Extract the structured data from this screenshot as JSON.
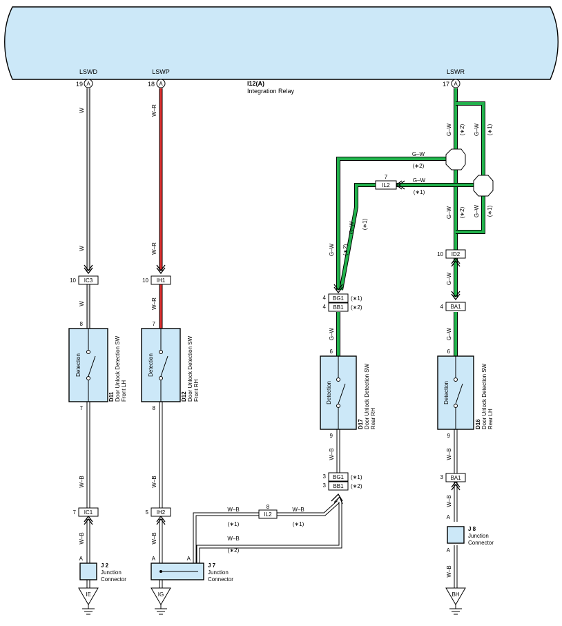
{
  "ecu": {
    "code": "I12(A)",
    "name": "Integration Relay",
    "terminals": [
      {
        "pin": "19",
        "conn": "A",
        "signal": "LSWD"
      },
      {
        "pin": "18",
        "conn": "A",
        "signal": "LSWP"
      },
      {
        "pin": "17",
        "conn": "A",
        "signal": "LSWR"
      }
    ]
  },
  "wires": {
    "w": "W",
    "wr": "W–R",
    "gw": "G–W",
    "wb": "W–B",
    "note1": "(∗1)",
    "note2": "(∗2)"
  },
  "connectors": {
    "ic3": {
      "pin": "10",
      "name": "IC3"
    },
    "ih1": {
      "pin": "10",
      "name": "IH1"
    },
    "ic1": {
      "pin": "7",
      "name": "IC1"
    },
    "ih2": {
      "pin": "5",
      "name": "IH2"
    },
    "il2_top": {
      "pin": "7",
      "name": "IL2"
    },
    "il2_bot": {
      "pin": "8",
      "name": "IL2"
    },
    "id2": {
      "pin": "10",
      "name": "ID2"
    },
    "bg1_top": {
      "pin": "4",
      "name": "BG1",
      "note": "(∗1)"
    },
    "bb1_top": {
      "pin": "4",
      "name": "BB1",
      "note": "(∗2)"
    },
    "bg1_bot": {
      "pin": "3",
      "name": "BG1",
      "note": "(∗1)"
    },
    "bb1_bot": {
      "pin": "3",
      "name": "BB1",
      "note": "(∗2)"
    },
    "ba1_top": {
      "pin": "4",
      "name": "BA1"
    },
    "ba1_bot": {
      "pin": "3",
      "name": "BA1"
    }
  },
  "devices": {
    "d11": {
      "code": "D11",
      "line1": "Door Unlock Detection SW",
      "line2": "Front LH",
      "inner": "Detection",
      "pin_top": "8",
      "pin_bot": "7"
    },
    "d12": {
      "code": "D12",
      "line1": "Door Unlock Detection SW",
      "line2": "Front RH",
      "inner": "Detection",
      "pin_top": "7",
      "pin_bot": "8"
    },
    "d17": {
      "code": "D17",
      "line1": "Door Unlock Detection SW",
      "line2": "Rear RH",
      "inner": "Detection",
      "pin_top": "6",
      "pin_bot": "9"
    },
    "d16": {
      "code": "D16",
      "line1": "Door Unlock Detection SW",
      "line2": "Rear LH",
      "inner": "Detection",
      "pin_top": "6",
      "pin_bot": "9"
    }
  },
  "junctions": {
    "j2": {
      "code": "J 2",
      "line1": "Junction",
      "line2": "Connector",
      "pin": "A"
    },
    "j7": {
      "code": "J 7",
      "line1": "Junction",
      "line2": "Connector",
      "pin_a": "A",
      "pin_b": "A"
    },
    "j8": {
      "code": "J 8",
      "line1": "Junction",
      "line2": "Connector",
      "pin_top": "A",
      "pin_bot": "A"
    }
  },
  "grounds": {
    "ie": "IE",
    "ig": "IG",
    "bh": "BH"
  },
  "colors": {
    "component_fill": "#cce8f8",
    "wire_green": "#22b24c",
    "wire_red": "#e03030"
  }
}
